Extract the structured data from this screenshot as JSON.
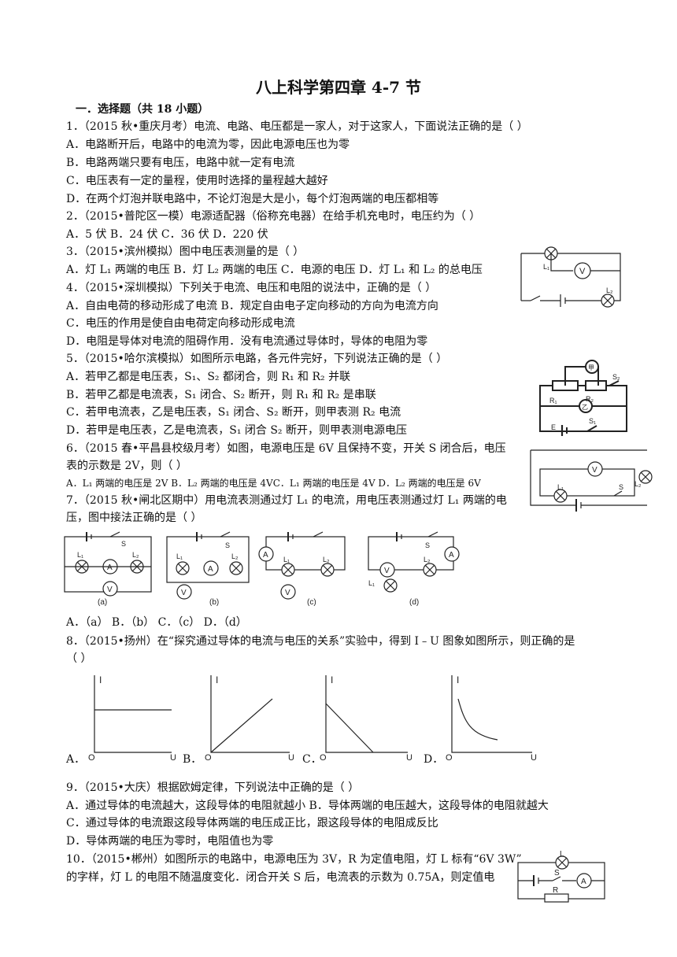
{
  "title": "八上科学第四章 4-7 节",
  "section": "一．选择题（共 18 小题）",
  "lines": [
    "1．（2015 秋•重庆月考）电流、电路、电压都是一家人，对于这家人，下面说法正确的是（        ）",
    "A．电路断开后，电路中的电流为零，因此电源电压也为零",
    "B．电路两端只要有电压，电路中就一定有电流",
    "C．电压表有一定的量程，使用时选择的量程越大越好",
    "D．在两个灯泡并联电路中，不论灯泡是大是小，每个灯泡两端的电压都相等",
    "2．（2015•普陀区一模）电源适配器（俗称充电器）在给手机充电时，电压约为（        ）",
    "A．5 伏  B．24 伏 C．36 伏 D．220 伏",
    "3．（2015•滨州模拟）图中电压表测量的是（        ）",
    "A．灯 L₁ 两端的电压   B．灯 L₂ 两端的电压 C．电源的电压 D．灯 L₁ 和 L₂ 的总电压",
    "4．（2015•深圳模拟）下列关于电流、电压和电阻的说法中，正确的是（        ）",
    "A．自由电荷的移动形成了电流 B．规定自由电子定向移动的方向为电流方向",
    "C．电压的作用是使自由电荷定向移动形成电流",
    "D．电阻是导体对电流的阻碍作用．没有电流通过导体时，导体的电阻为零",
    "5．（2015•哈尔滨模拟）如图所示电路，各元件完好，下列说法正确的是（        ）",
    "A．若甲乙都是电压表，S₁、S₂ 都闭合，则 R₁ 和 R₂ 并联",
    "B．若甲乙都是电流表，S₁ 闭合、S₂ 断开，则 R₁ 和 R₂ 是串联",
    "C．若甲电流表，乙是电压表，S₁ 闭合、S₂ 断开，则甲表测 R₂ 电流",
    "D．若甲是电压表，乙是电流表，S₁ 闭合 S₂ 断开，则甲表测电源电压",
    "6．（2015 春•平昌县校级月考）如图，电源电压是 6V 且保持不变，开关 S 闭合后，电压",
    "表的示数是 2V，则（        ）",
    "A．L₁ 两端的电压是 2V     B．L₂ 两端的电压是 4VC．L₁ 两端的电压是 4V  D．L₂ 两端的电压是 6V",
    "7．（2015 秋•闸北区期中）用电流表测通过灯 L₁ 的电流，用电压表测通过灯 L₁ 两端的电",
    "压，图中接法正确的是（        ）",
    "A．（a）  B．（b）  C．（c）  D．（d）",
    "8．（2015•扬州）在“探究通过导体的电流与电压的关系”实验中，得到 I﹣U 图象如图所示，则正确的是",
    "（        ）",
    "9．（2015•大庆）根据欧姆定律，下列说法中正确的是（        ）",
    "A．通过导体的电流越大，这段导体的电阻就越小 B．导体两端的电压越大，这段导体的电阻就越大",
    "C．通过导体的电流跟这段导体两端的电压成正比，跟这段导体的电阻成反比",
    "D．导体两端的电压为零时，电阻值也为零",
    "10．（2015•郴州）如图所示的电路中，电源电压为 3V，R 为定值电阻，灯 L 标有“6V 3W”",
    "的字样，灯 L 的电阻不随温度变化．闭合开关 S 后，电流表的示数为 0.75A，则定值电"
  ],
  "graph_options": [
    "A．",
    "B．",
    "C．",
    "D．"
  ],
  "graph_axis": {
    "y": "I",
    "x": "U",
    "origin": "O"
  },
  "circuit_captions": [
    "(a)",
    "(b)",
    "(c)",
    "(d)"
  ],
  "labels": {
    "L1": "L₁",
    "L2": "L₂",
    "V": "V",
    "A": "A",
    "S": "S",
    "S1": "S₁",
    "S2": "S₂",
    "R1": "R₁",
    "R2": "R₂",
    "E": "E",
    "jia": "甲",
    "yi": "乙",
    "L": "L",
    "R": "R",
    "plus": "+",
    "minus": "−"
  }
}
